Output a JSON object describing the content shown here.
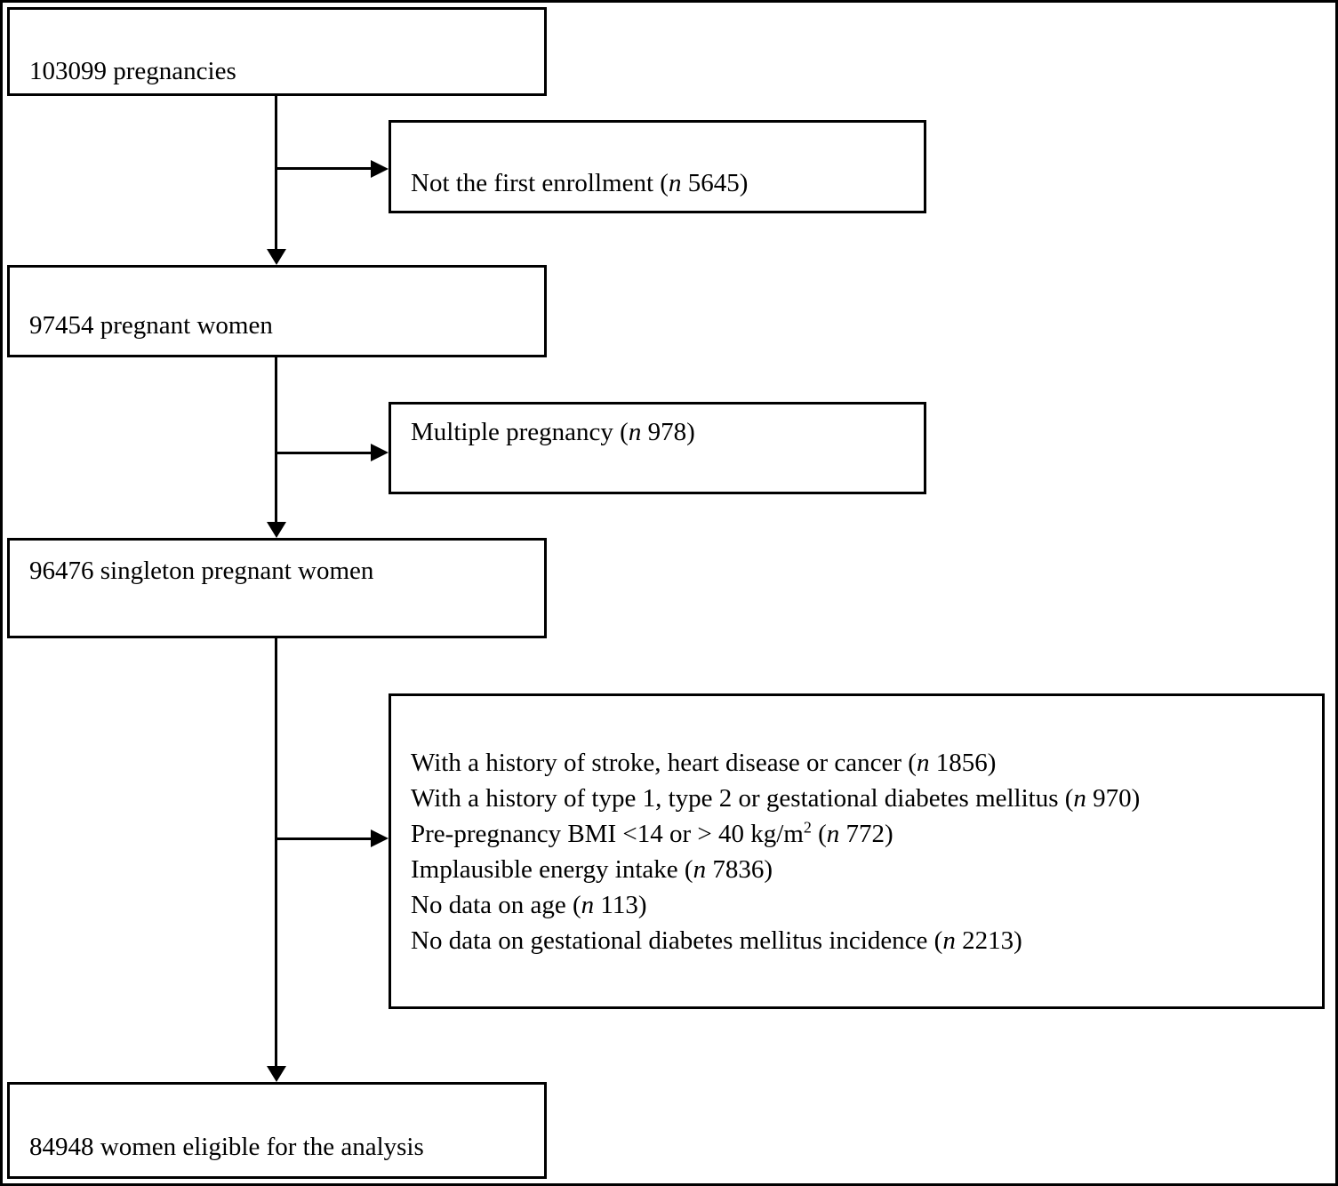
{
  "colors": {
    "border": "#000000",
    "background": "#ffffff",
    "text": "#000000"
  },
  "flow": {
    "main_boxes": [
      {
        "id": "pregnancies",
        "label": "103099 pregnancies"
      },
      {
        "id": "pregnant-women",
        "label": "97454 pregnant women"
      },
      {
        "id": "singleton-pregnant-women",
        "label": "96476 singleton pregnant women"
      },
      {
        "id": "eligible",
        "label": "84948 women eligible for the analysis"
      }
    ],
    "exclusion_boxes": [
      {
        "id": "not-first-enrollment",
        "lines": [
          [
            {
              "t": "Not the first enrollment ("
            },
            {
              "t": "n",
              "i": true
            },
            {
              "t": " 5645)"
            }
          ]
        ]
      },
      {
        "id": "multiple-pregnancy",
        "lines": [
          [
            {
              "t": "Multiple pregnancy ("
            },
            {
              "t": "n",
              "i": true
            },
            {
              "t": " 978)"
            }
          ]
        ]
      },
      {
        "id": "combined-exclusions",
        "lines": [
          [
            {
              "t": "With a history of stroke, heart disease or cancer ("
            },
            {
              "t": "n",
              "i": true
            },
            {
              "t": " 1856)"
            }
          ],
          [
            {
              "t": "With a history of type 1, type 2 or gestational diabetes mellitus ("
            },
            {
              "t": "n",
              "i": true
            },
            {
              "t": " 970)"
            }
          ],
          [
            {
              "t": "Pre-pregnancy BMI <14 or > 40 kg/m"
            },
            {
              "t": "2",
              "sup": true
            },
            {
              "t": " ("
            },
            {
              "t": "n",
              "i": true
            },
            {
              "t": " 772)"
            }
          ],
          [
            {
              "t": "Implausible energy intake ("
            },
            {
              "t": "n",
              "i": true
            },
            {
              "t": " 7836)"
            }
          ],
          [
            {
              "t": "No data on age ("
            },
            {
              "t": "n",
              "i": true
            },
            {
              "t": " 113)"
            }
          ],
          [
            {
              "t": "No data on gestational diabetes mellitus incidence ("
            },
            {
              "t": "n",
              "i": true
            },
            {
              "t": " 2213)"
            }
          ]
        ]
      }
    ]
  }
}
